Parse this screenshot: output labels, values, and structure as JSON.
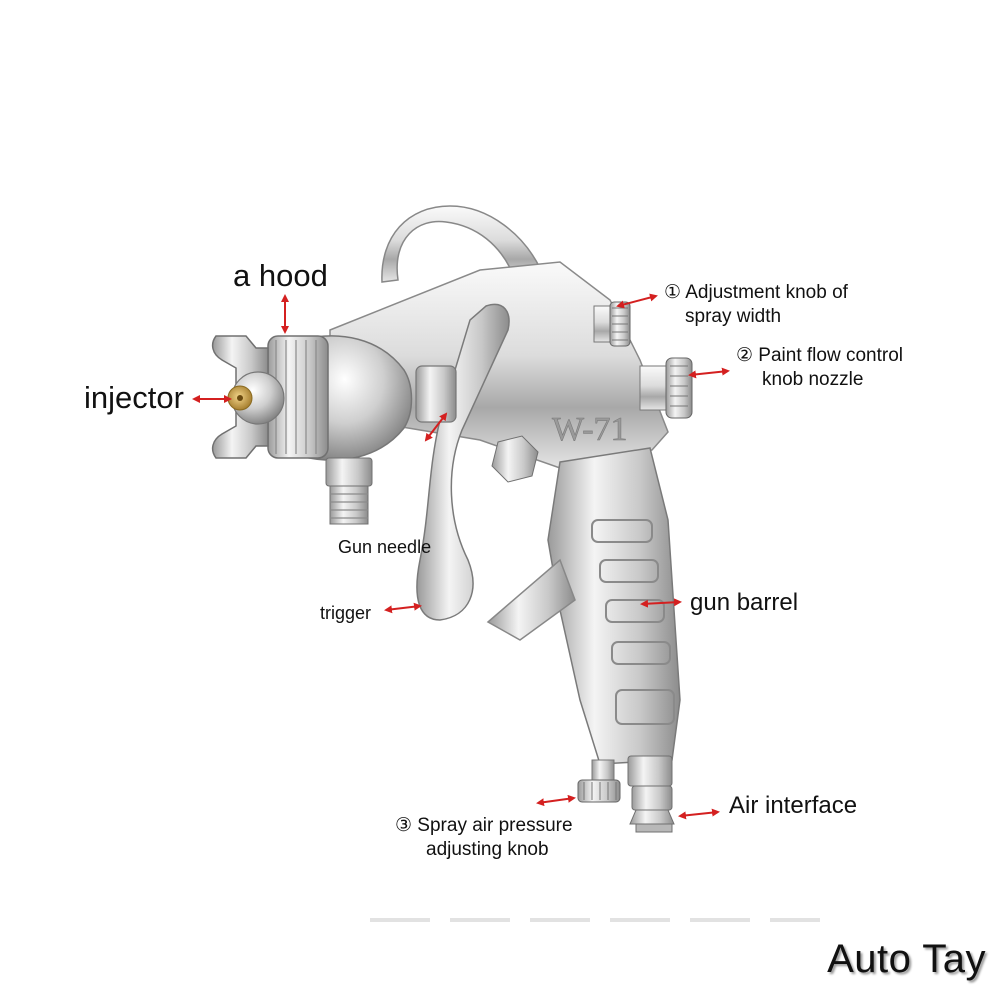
{
  "labels": {
    "hood": "a hood",
    "injector": "injector",
    "adjust_width_1": "① Adjustment knob of",
    "adjust_width_2": "spray width",
    "paint_flow_1": "② Paint flow control",
    "paint_flow_2": "knob nozzle",
    "gun_needle": "Gun needle",
    "trigger": "trigger",
    "gun_barrel": "gun barrel",
    "air_interface": "Air interface",
    "air_pressure_1": "③  Spray air pressure",
    "air_pressure_2": "adjusting knob"
  },
  "gun_marking": "W-71",
  "watermark": "Auto Tay",
  "colors": {
    "arrow": "#d42020",
    "metal_light": "#f2f2f2",
    "metal_mid": "#c4c4c4",
    "metal_dark": "#7a7a7a",
    "brass": "#c8a050"
  }
}
